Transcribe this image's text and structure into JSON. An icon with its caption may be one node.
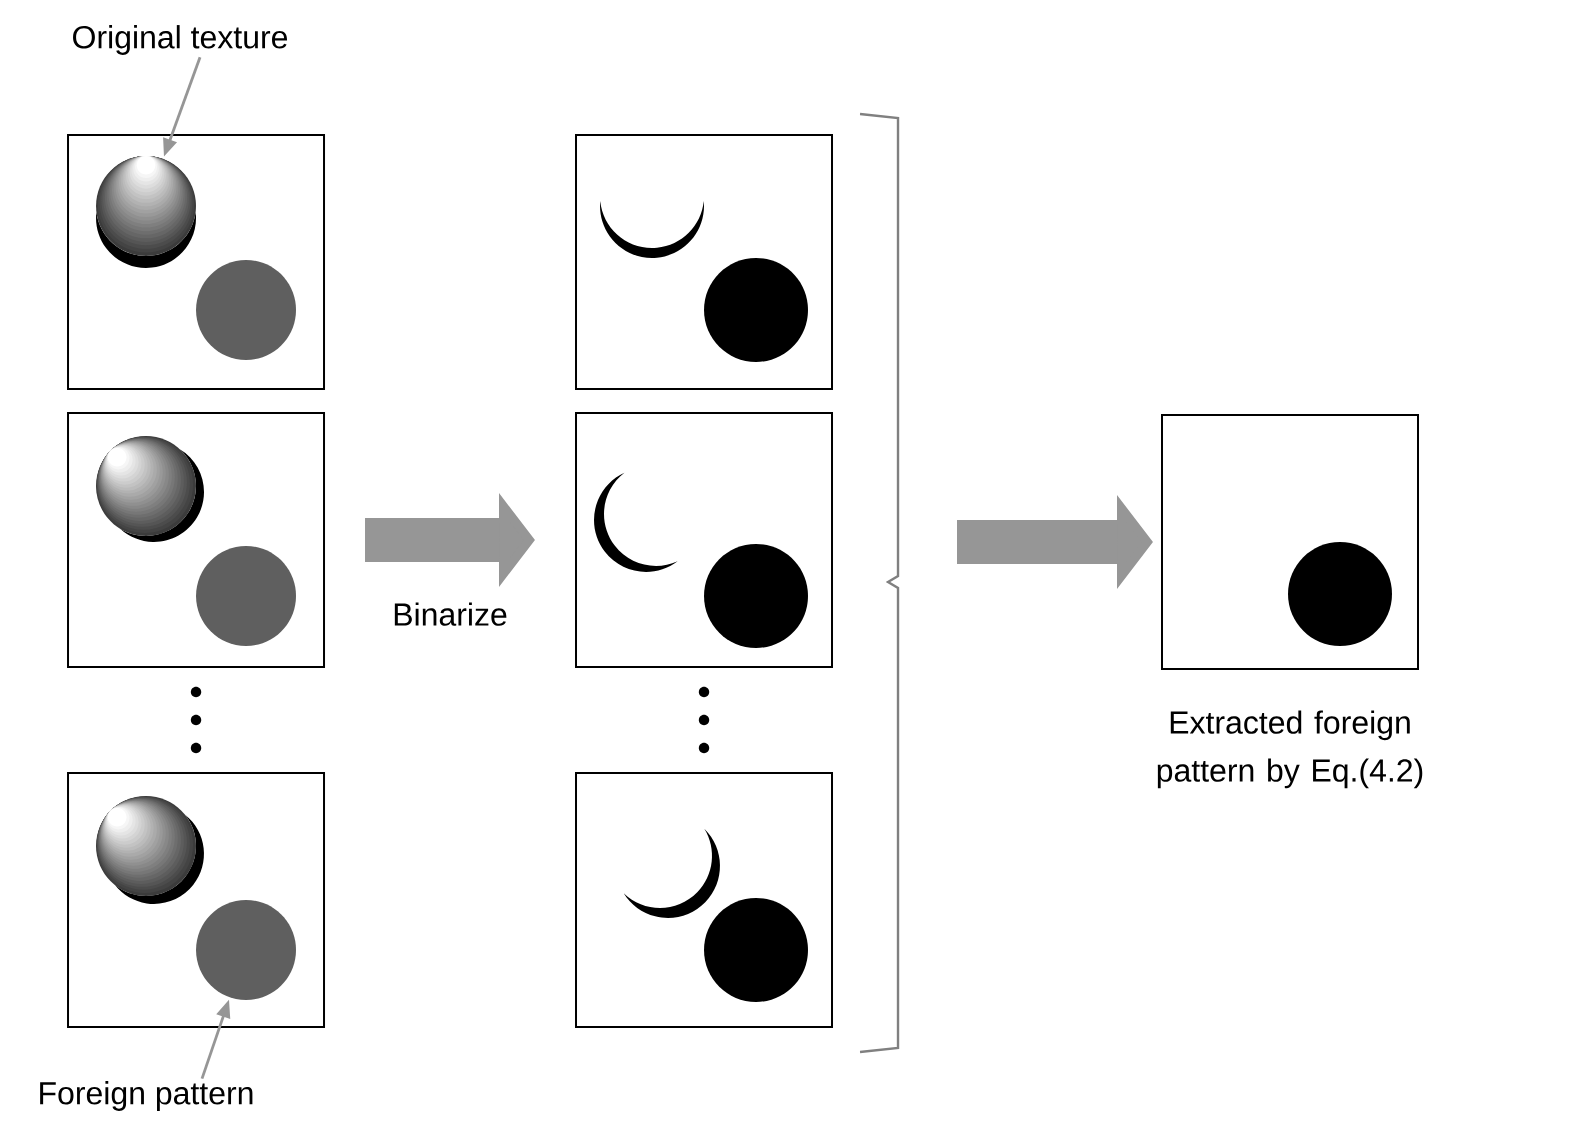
{
  "diagram": {
    "nodes": [
      {
        "text": [
          "Original texture"
        ]
      },
      {
        "text": [],
        "shape": "box"
      },
      {
        "text": [],
        "shape": "circle",
        "in": 1
      },
      {
        "text": [],
        "shape": "circle",
        "in": 1
      },
      {
        "text": [],
        "shape": "box"
      },
      {
        "text": [],
        "shape": "circle",
        "in": 4
      },
      {
        "text": [],
        "shape": "circle",
        "in": 4
      },
      {
        "text": [],
        "shape": "box"
      },
      {
        "text": [],
        "shape": "circle",
        "in": 7
      },
      {
        "text": [],
        "shape": "circle",
        "in": 7
      },
      {
        "text": [
          "Foreign pattern"
        ]
      },
      {
        "text": [],
        "shape": "box"
      },
      {
        "text": [],
        "shape": "circle",
        "in": 11
      },
      {
        "text": [],
        "shape": "box"
      },
      {
        "text": [],
        "shape": "circle",
        "in": 13
      },
      {
        "text": [],
        "shape": "box"
      },
      {
        "text": [],
        "shape": "circle",
        "in": 15
      },
      {
        "text": [
          "Extracted foreign pattern by Eq.(4.2)"
        ]
      },
      {
        "text": [],
        "shape": "circle",
        "in": 17
      }
    ],
    "edges": [
      {
        "from": 0,
        "to": 2,
        "arrow": "to"
      },
      {
        "from": 10,
        "to": 9,
        "arrow": "to"
      },
      {
        "from": 4,
        "to": 13,
        "arrow": "to",
        "label": "Binarize",
        "style": "thick"
      },
      {
        "from": null,
        "to": 17,
        "arrow": "to",
        "style": "thick"
      }
    ]
  }
}
